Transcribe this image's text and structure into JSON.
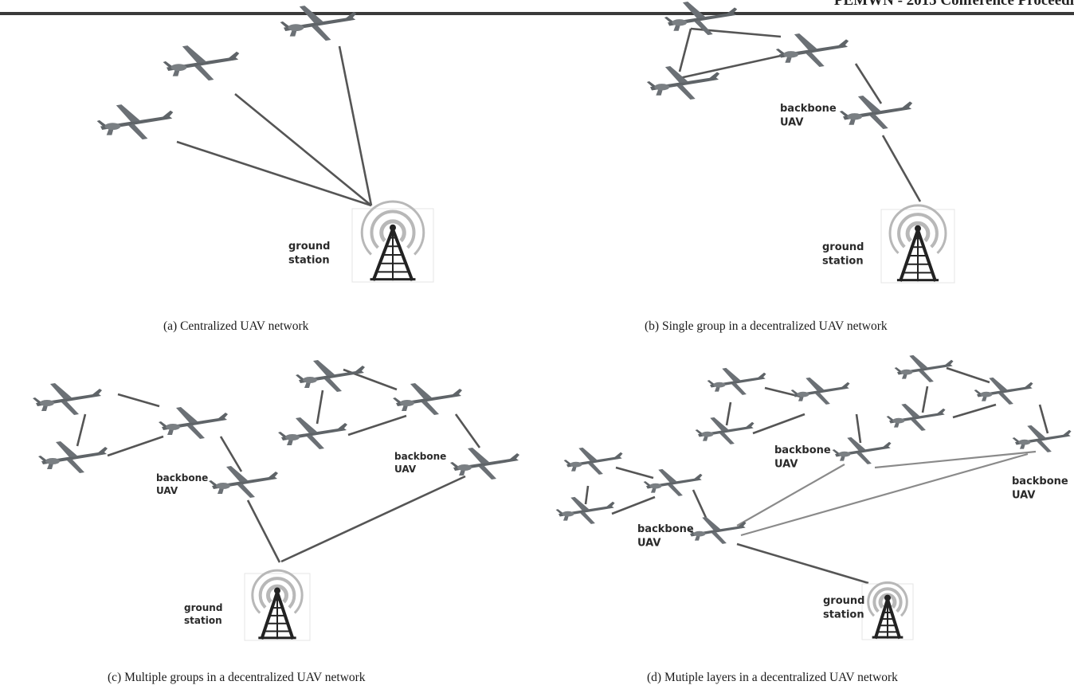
{
  "header": {
    "text": "PEMWN - 2015 Conference Proceedi"
  },
  "labels": {
    "ground_station": [
      "ground",
      "station"
    ],
    "backbone_uav": [
      "backbone",
      "UAV"
    ]
  },
  "captions": {
    "a": "(a) Centralized UAV network",
    "b": "(b) Single group in a decentralized UAV network",
    "c": "(c) Multiple groups in a decentralized UAV network",
    "d": "(d) Mutiple layers in a decentralized UAV network"
  },
  "icons": {
    "uav": "uav-drone-icon",
    "tower": "radio-tower-icon"
  },
  "colors": {
    "link": "#555555",
    "link_light": "#8a8a8a",
    "drone": "#5f6468",
    "tower": "#222222",
    "wave": "#b8b8b8"
  }
}
